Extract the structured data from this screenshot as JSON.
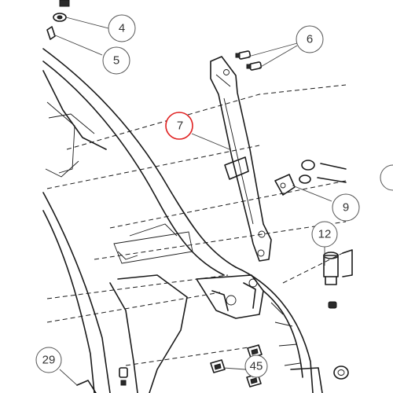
{
  "callouts": [
    {
      "id": "4",
      "label": "4"
    },
    {
      "id": "5",
      "label": "5"
    },
    {
      "id": "6",
      "label": "6"
    },
    {
      "id": "7",
      "label": "7",
      "highlight_color": "#e02020"
    },
    {
      "id": "9",
      "label": "9"
    },
    {
      "id": "12",
      "label": "12"
    },
    {
      "id": "29",
      "label": "29"
    },
    {
      "id": "45",
      "label": "45"
    }
  ],
  "colors": {
    "line": "#1a1a1a",
    "highlight": "#e02020",
    "background": "#ffffff"
  }
}
